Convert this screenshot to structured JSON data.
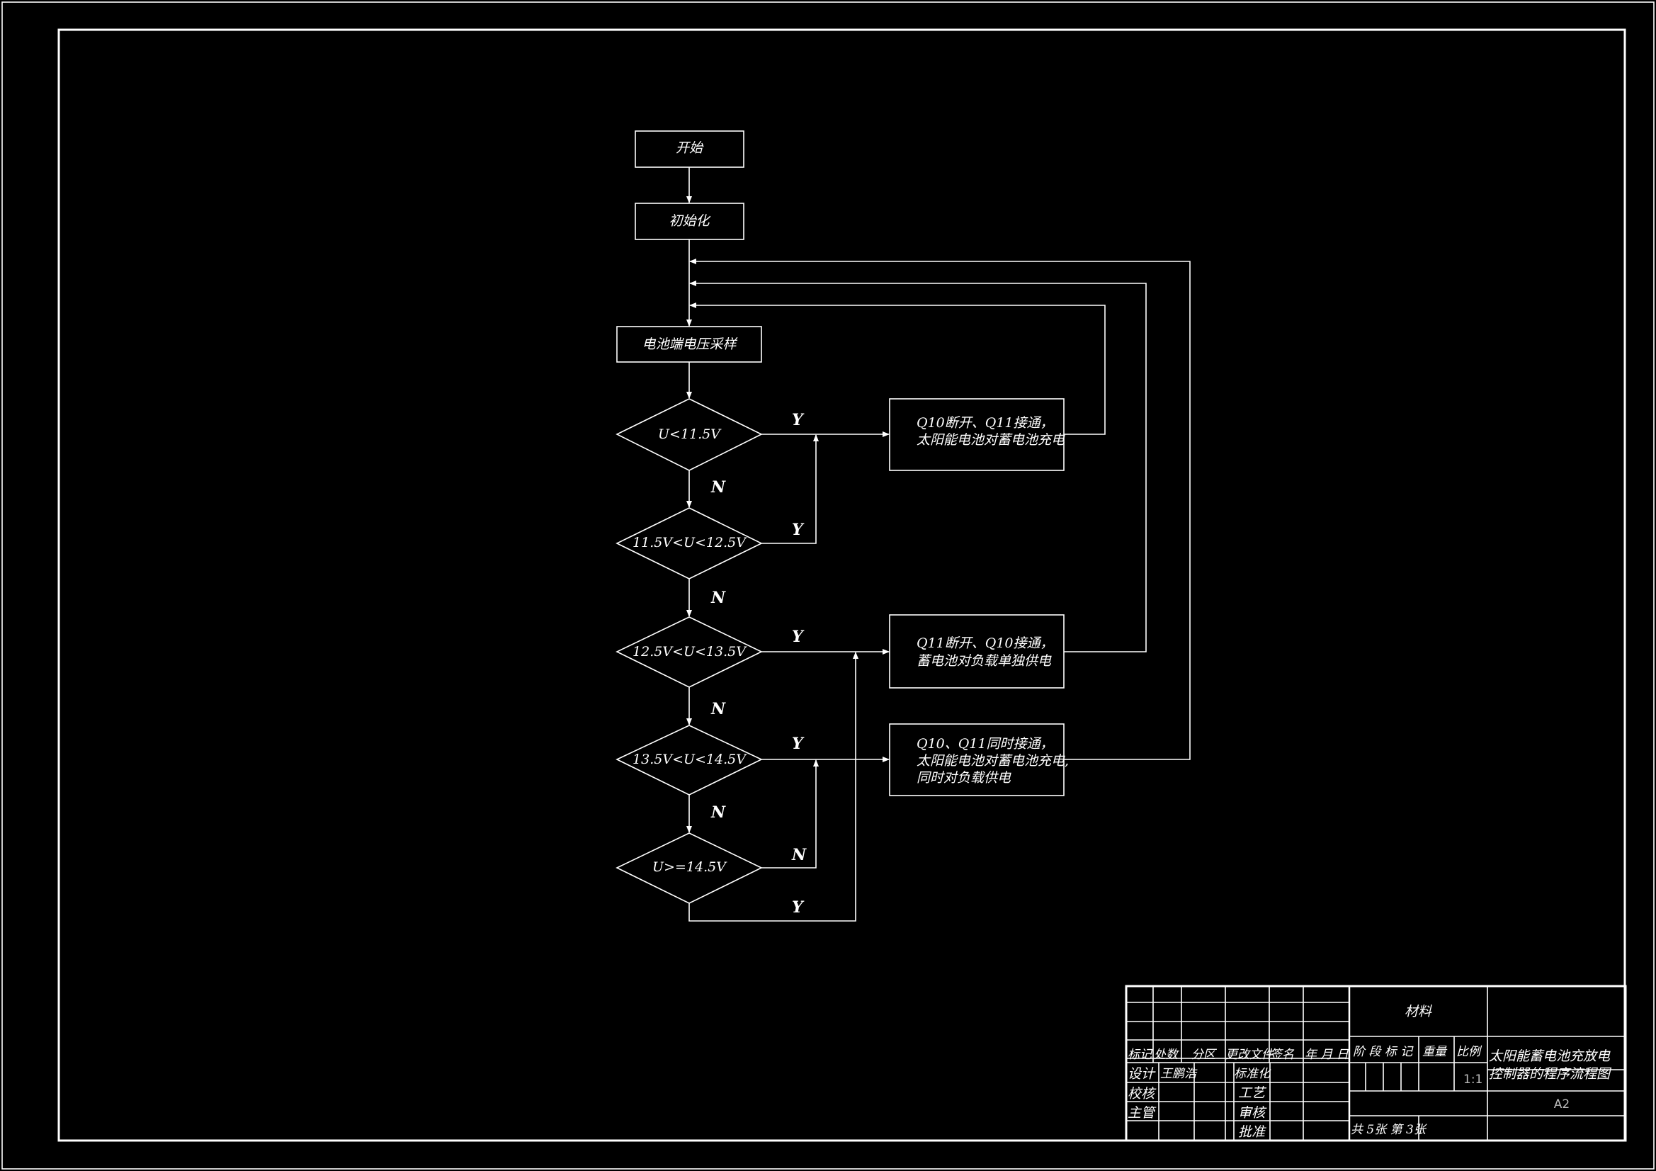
{
  "flowchart": {
    "start": "开始",
    "init": "初始化",
    "sample": "电池端电压采样",
    "decisions": [
      "U<11.5V",
      "11.5V<U<12.5V",
      "12.5V<U<13.5V",
      "13.5V<U<14.5V",
      "U>=14.5V"
    ],
    "actions": [
      [
        "Q10断开、Q11接通，",
        "太阳能电池对蓄电池充电"
      ],
      [
        "Q11断开、Q10接通，",
        "蓄电池对负载单独供电"
      ],
      [
        "Q10、Q11同时接通，",
        "太阳能电池对蓄电池充电,",
        "同时对负载供电"
      ]
    ],
    "yes": "Y",
    "no": "N"
  },
  "title_block": {
    "row_headers": [
      "标记",
      "处数",
      "分区",
      "更改文件",
      "签名",
      "年 月 日"
    ],
    "roles_left": [
      "设计",
      "校核",
      "主管"
    ],
    "designer": "王鹏浩",
    "roles_right": [
      "标准化",
      "工艺",
      "审核",
      "批准"
    ],
    "material": "材料",
    "stage_headers": [
      "阶 段 标 记",
      "重量",
      "比例"
    ],
    "scale": "1:1",
    "drawing_title": [
      "太阳能蓄电池充放电",
      "控制器的程序流程图"
    ],
    "sheet_size": "A2",
    "sheet_info": "共 5张 第 3张"
  }
}
